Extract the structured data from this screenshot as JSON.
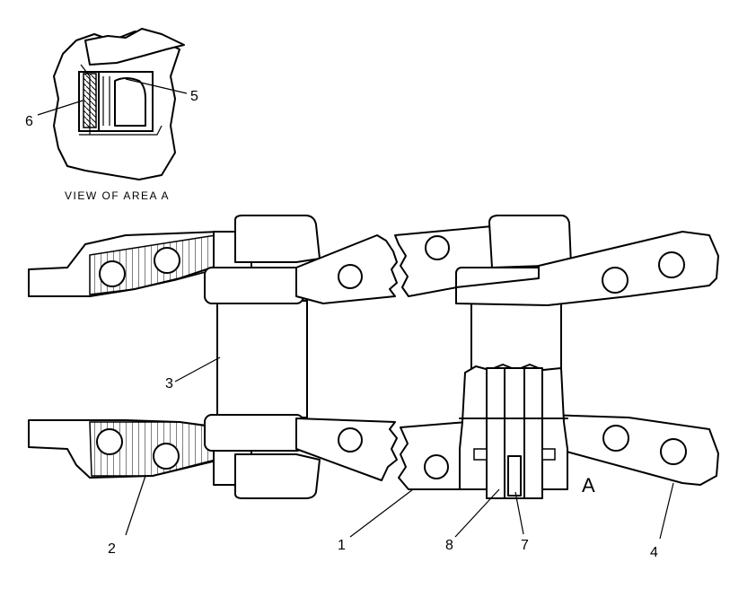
{
  "detail_view": {
    "caption": "VIEW OF AREA A"
  },
  "area_marker": "A",
  "callouts": [
    {
      "id": "c1",
      "label": "1"
    },
    {
      "id": "c2",
      "label": "2"
    },
    {
      "id": "c3",
      "label": "3"
    },
    {
      "id": "c4",
      "label": "4"
    },
    {
      "id": "c5",
      "label": "5"
    },
    {
      "id": "c6",
      "label": "6"
    },
    {
      "id": "c7",
      "label": "7"
    },
    {
      "id": "c8",
      "label": "8"
    }
  ],
  "colors": {
    "line": "#000000",
    "background": "#ffffff"
  }
}
